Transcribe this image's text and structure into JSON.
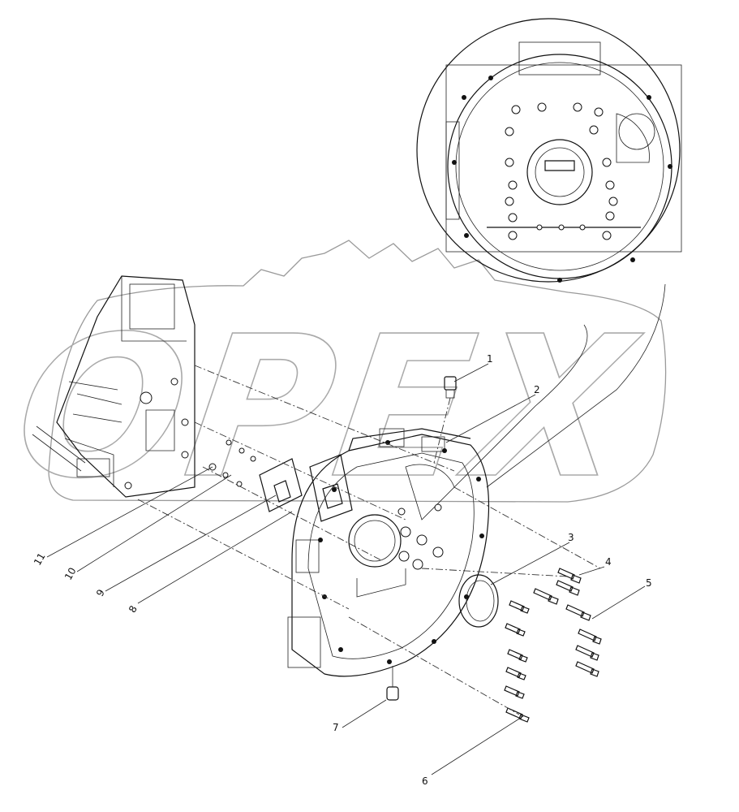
{
  "figure": {
    "watermark": "OPEX",
    "callouts": [
      {
        "label": "1"
      },
      {
        "label": "2"
      },
      {
        "label": "3"
      },
      {
        "label": "4"
      },
      {
        "label": "5"
      },
      {
        "label": "6"
      },
      {
        "label": "7"
      },
      {
        "label": "8"
      },
      {
        "label": "9"
      },
      {
        "label": "10"
      },
      {
        "label": "11"
      }
    ]
  }
}
